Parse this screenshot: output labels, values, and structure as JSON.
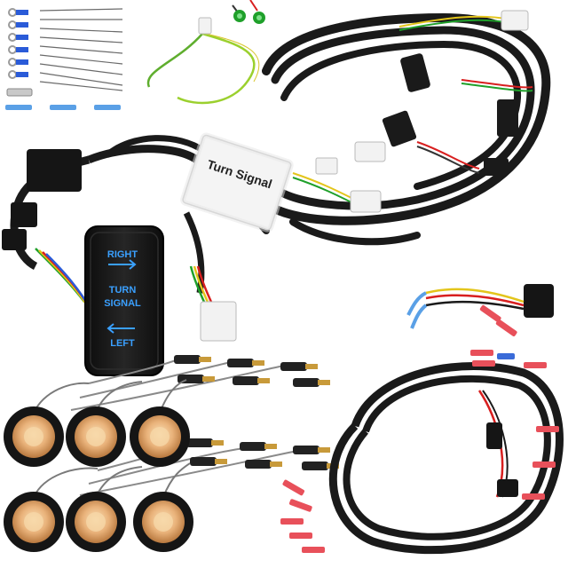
{
  "photo": {
    "switch": {
      "top_label": "RIGHT",
      "middle_label_line1": "TURN",
      "middle_label_line2": "SIGNAL",
      "bottom_label": "LEFT",
      "legend_color": "#3aa0ff"
    },
    "module": {
      "title": "Turn Signal"
    },
    "colors": {
      "background": "#ffffff",
      "loom": "#1a1a1a",
      "connector_white": "#f2f2f2",
      "wire_red": "#d81f1f",
      "wire_green": "#1fa02a",
      "wire_yellow": "#e3c51b",
      "wire_blue": "#2a5bd8",
      "led_lens": "#e9b27a",
      "terminal_red": "#e8505a",
      "terminal_blue": "#3a6bd8"
    }
  }
}
